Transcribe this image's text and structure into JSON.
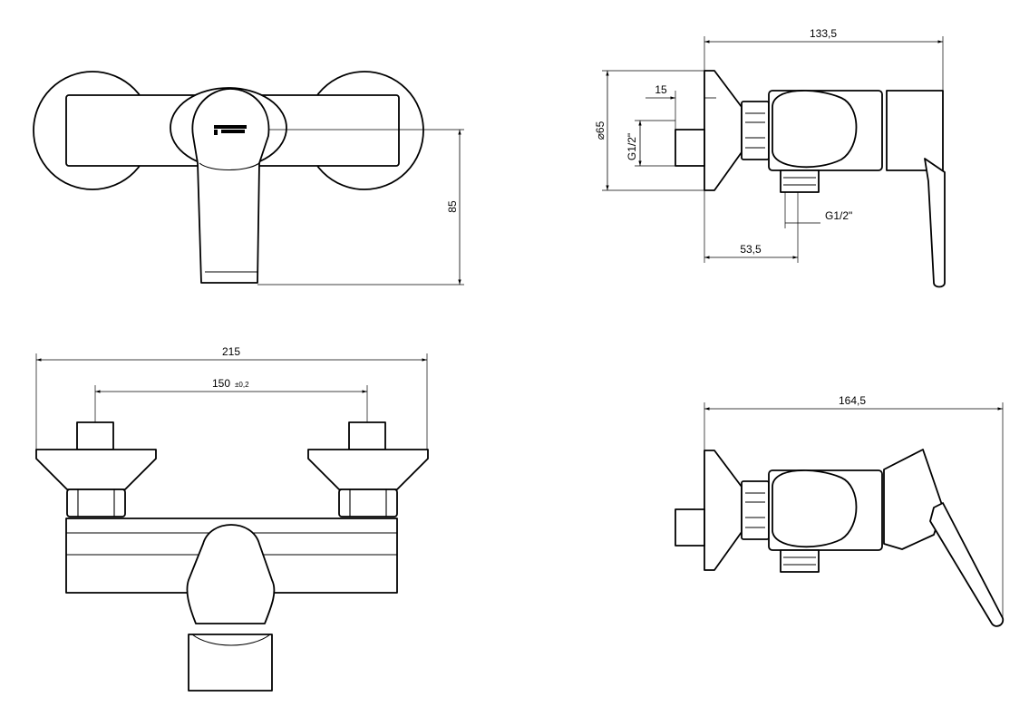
{
  "dimensions": {
    "height_85": "85",
    "width_133_5": "133,5",
    "depth_15": "15",
    "diameter_65": "65",
    "thread_inlet": "G1/2\"",
    "thread_outlet": "G1/2\"",
    "offset_53_5": "53,5",
    "width_215": "215",
    "centers_150": "150",
    "tolerance": "±0,2",
    "width_164_5": "164,5"
  },
  "colors": {
    "line": "#000000",
    "background": "#ffffff"
  }
}
